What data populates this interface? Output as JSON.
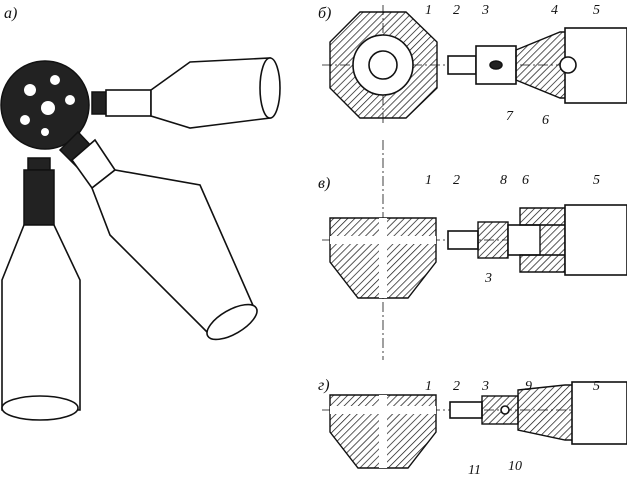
{
  "panels": {
    "a": {
      "label": "а)"
    },
    "b": {
      "label": "б)",
      "parts": [
        "1",
        "2",
        "3",
        "4",
        "5",
        "7",
        "6"
      ]
    },
    "v": {
      "label": "в)",
      "parts": [
        "1",
        "2",
        "8",
        "6",
        "5",
        "3"
      ]
    },
    "g": {
      "label": "г)",
      "parts": [
        "1",
        "2",
        "3",
        "9",
        "5",
        "11",
        "10"
      ]
    }
  }
}
